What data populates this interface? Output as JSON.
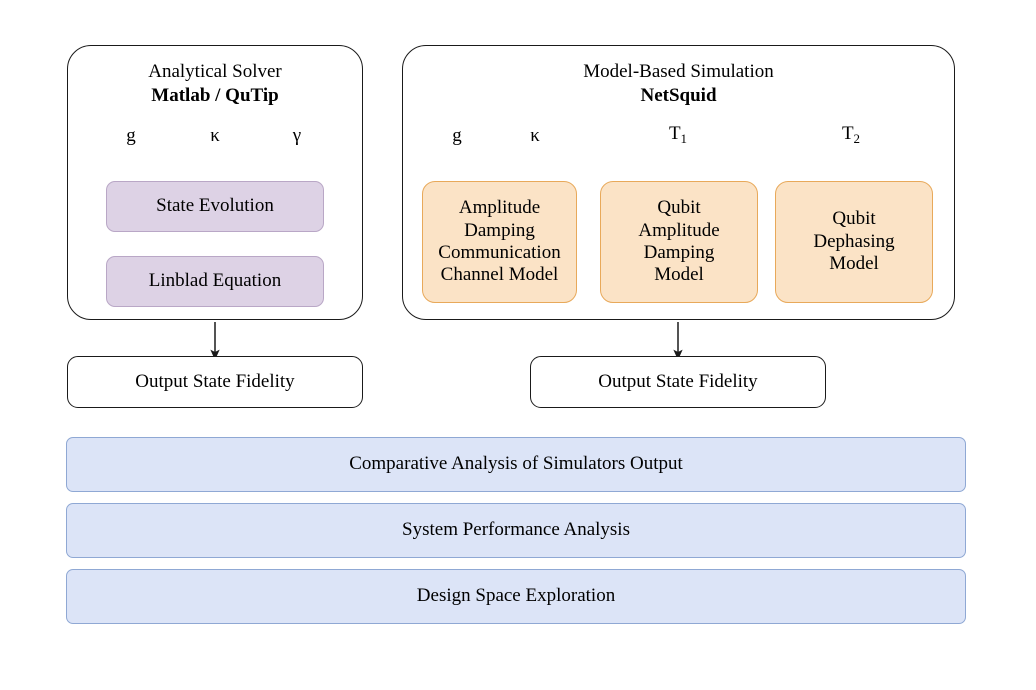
{
  "diagram": {
    "title_hidden": "",
    "colors": {
      "purple_fill": "#ddd2e5",
      "purple_border": "#b9a7c6",
      "orange_fill": "#fbe3c6",
      "orange_border": "#e8a95a",
      "blue_fill": "#dce4f7",
      "blue_border": "#8fa8d4",
      "outline": "#1a1a1a",
      "background": "#ffffff"
    },
    "left_panel": {
      "title_line1": "Analytical Solver",
      "title_line2": "Matlab / QuTip",
      "inputs": [
        {
          "label": "g",
          "sub": ""
        },
        {
          "label": "κ",
          "sub": ""
        },
        {
          "label": "γ",
          "sub": ""
        }
      ],
      "boxes": [
        {
          "label": "State Evolution"
        },
        {
          "label": "Linblad Equation"
        }
      ],
      "output": {
        "label": "Output State Fidelity"
      }
    },
    "right_panel": {
      "title_line1": "Model-Based Simulation",
      "title_line2": "NetSquid",
      "inputs": [
        {
          "label": "g",
          "sub": ""
        },
        {
          "label": "κ",
          "sub": ""
        },
        {
          "label": "T",
          "sub": "1"
        },
        {
          "label": "T",
          "sub": "2"
        }
      ],
      "boxes": [
        {
          "lines": [
            "Amplitude",
            "Damping",
            "Communication",
            "Channel Model"
          ]
        },
        {
          "lines": [
            "Qubit",
            "Amplitude",
            "Damping",
            "Model"
          ]
        },
        {
          "lines": [
            "Qubit",
            "Dephasing",
            "Model"
          ]
        }
      ],
      "output": {
        "label": "Output State Fidelity"
      }
    },
    "bottom_bars": [
      {
        "label": "Comparative Analysis of Simulators Output"
      },
      {
        "label": "System Performance Analysis"
      },
      {
        "label": "Design Space Exploration"
      }
    ]
  }
}
